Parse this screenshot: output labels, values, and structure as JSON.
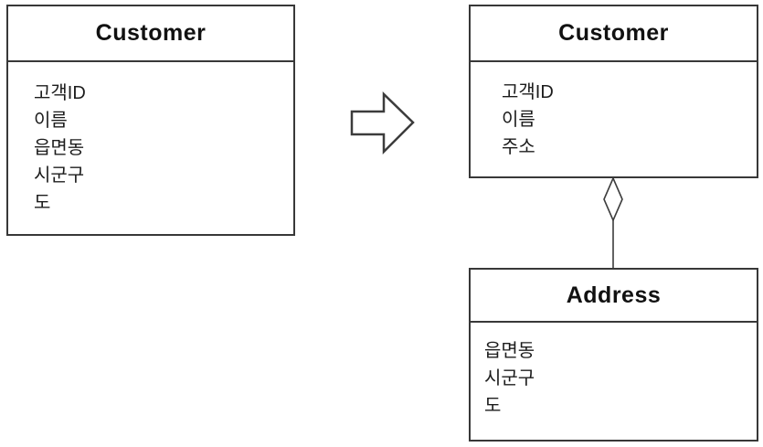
{
  "diagram": {
    "type": "uml-class-diagram",
    "before": {
      "customer_class": {
        "name": "Customer",
        "attributes": [
          "고객ID",
          "이름",
          "읍면동",
          "시군구",
          "도"
        ]
      }
    },
    "transform_arrow": {
      "direction": "right",
      "style": "hollow-block-arrow"
    },
    "after": {
      "customer_class": {
        "name": "Customer",
        "attributes": [
          "고객ID",
          "이름",
          "주소"
        ]
      },
      "address_class": {
        "name": "Address",
        "attributes": [
          "읍면동",
          "시군구",
          "도"
        ]
      },
      "relationship": {
        "kind": "aggregation",
        "diamond_end": "Customer",
        "other_end": "Address"
      }
    },
    "colors": {
      "background": "#ffffff",
      "line": "#383838",
      "text": "#1c1c1c"
    }
  }
}
